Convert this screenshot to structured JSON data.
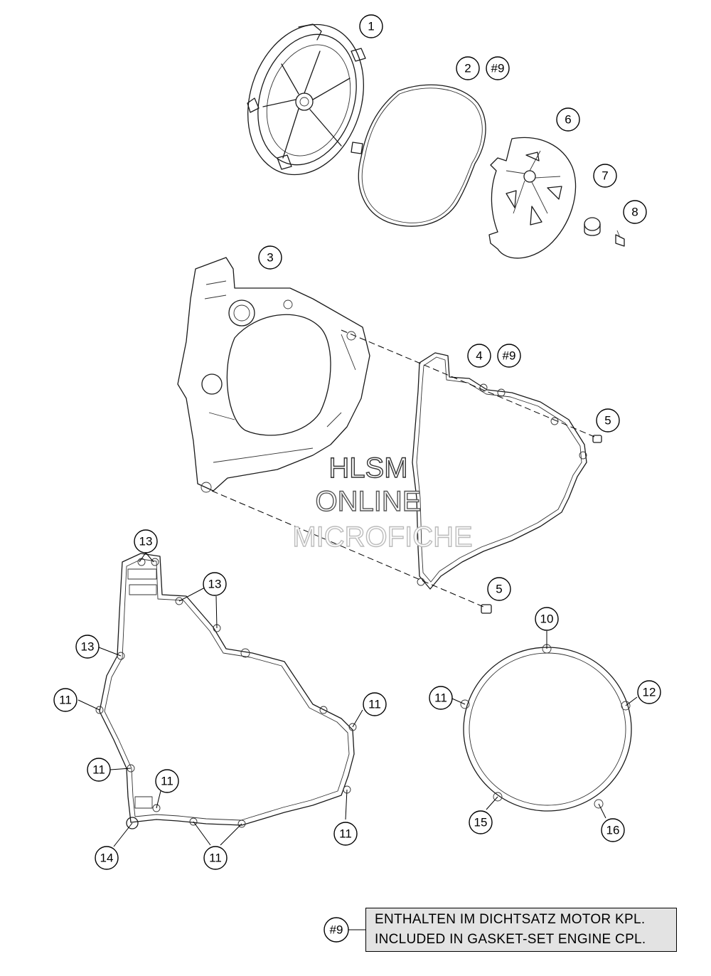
{
  "callouts": {
    "c1": "1",
    "c2": "2",
    "c2ref": "#9",
    "c3": "3",
    "c4": "4",
    "c4ref": "#9",
    "c5a": "5",
    "c5b": "5",
    "c6": "6",
    "c7": "7",
    "c8": "8",
    "c10": "10",
    "c11_left_upper": "11",
    "c11_left_lower": "11",
    "c11_inner": "11",
    "c11_right_upper": "11",
    "c11_right_lower": "11",
    "c11_bottom": "11",
    "c11_ring": "11",
    "c12": "12",
    "c13_top": "13",
    "c13_mid": "13",
    "c13_left": "13",
    "c14": "14",
    "c15": "15",
    "c16": "16"
  },
  "watermark": {
    "line1": "HLSM",
    "line2": "ONLINE",
    "line3": "MICROFICHE"
  },
  "legend": {
    "ref": "#9",
    "line1": "ENTHALTEN IM DICHTSATZ MOTOR KPL.",
    "line2": "INCLUDED IN GASKET-SET ENGINE CPL."
  }
}
